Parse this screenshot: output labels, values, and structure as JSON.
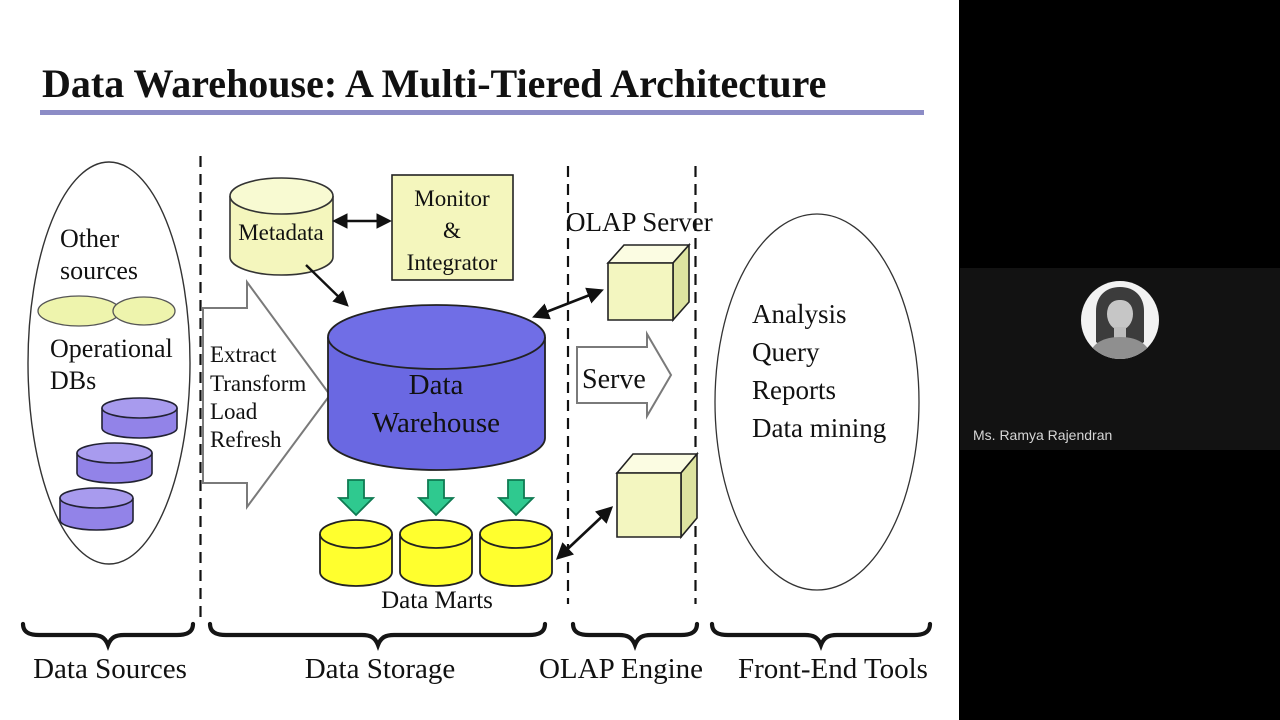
{
  "meeting": {
    "participant_name": "Ms. Ramya Rajendran"
  },
  "slide": {
    "title": "Data Warehouse: A Multi-Tiered Architecture",
    "data_sources": {
      "other_sources_lines": [
        "Other",
        "sources"
      ],
      "operational_dbs_lines": [
        "Operational",
        "DBs"
      ]
    },
    "data_storage": {
      "metadata": "Metadata",
      "monitor_integrator_lines": [
        "Monitor",
        "&",
        "Integrator"
      ],
      "etl_lines": [
        "Extract",
        "Transform",
        "Load",
        "Refresh"
      ],
      "warehouse_lines": [
        "Data",
        "Warehouse"
      ],
      "data_marts": "Data Marts"
    },
    "olap": {
      "server_label": "OLAP Server",
      "serve": "Serve"
    },
    "front_end": {
      "items": [
        "Analysis",
        "Query",
        "Reports",
        "Data mining"
      ]
    },
    "sections": [
      "Data Sources",
      "Data Storage",
      "OLAP Engine",
      "Front-End Tools"
    ],
    "colors": {
      "title": "#2e2e8f",
      "rule": "#8c8cc6",
      "pale_yellow": "#f4f6bd",
      "db_purple": "#9283e8",
      "warehouse_blue": "#6a68e2",
      "mart_yellow": "#ffff2e",
      "arrow_green": "#2fc98f"
    }
  }
}
